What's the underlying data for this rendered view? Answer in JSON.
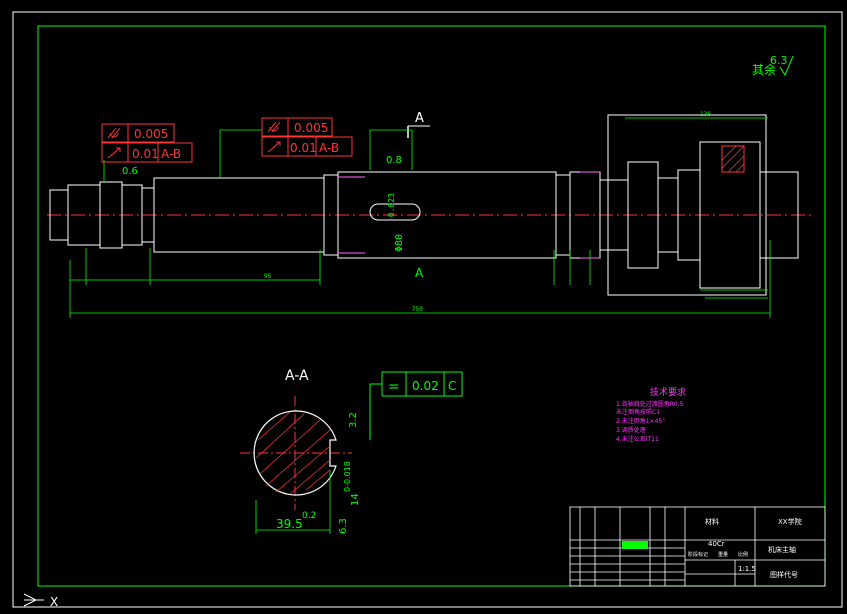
{
  "colors": {
    "background": "#000000",
    "frame": "#ffffff",
    "border": "#00ff00",
    "outline": "#ffffff",
    "centerline": "#ff3333",
    "dimension": "#00ff00",
    "tolerance": "#ff3333",
    "hidden": "#ff66ff",
    "notes": "#ff33ff",
    "cyan": "#00ffff",
    "yellow": "#ffff00"
  },
  "drawing": {
    "roughness_rest": "其余",
    "roughness_rest_value": "6.3",
    "section_mark": "A",
    "section_title": "A-A",
    "keyway_roughness": "3.2",
    "keyway_tol_symbol": "=",
    "keyway_tol_value": "0.02",
    "keyway_tol_datum": "C",
    "keyway_width": "39.5",
    "keyway_width_tol": "0.2",
    "keyway_depth": "14",
    "keyway_depth_tol": "0-0.018",
    "bottom_roughness": "6.3",
    "shaft_roughness": "0.8",
    "shaft_roughness_left": "0.6",
    "shaft_dim_main": "Φ80",
    "shaft_dim_main_tol": "-0.023",
    "shaft_overall_length": "750"
  },
  "tolerance_frames": [
    {
      "symbol": "cylindricity",
      "value": "0.005",
      "datum": ""
    },
    {
      "symbol": "runout",
      "value": "0.01",
      "datum": "A-B"
    }
  ],
  "tolerance_frames_right": [
    {
      "symbol": "cylindricity",
      "value": "0.005",
      "datum": ""
    },
    {
      "symbol": "runout",
      "value": "0.01",
      "datum": "A-B"
    }
  ],
  "technical_requirements": {
    "title": "技术要求",
    "items": [
      "1.各轴肩处过渡圆角R0.5",
      "  未注倒角按照C1",
      "2.未注倒角1×45°",
      "3.调质处理",
      "4.未注公差IT11"
    ]
  },
  "title_block": {
    "material_label": "材料",
    "material": "40Cr",
    "school": "XX学院",
    "part_name": "机床主轴",
    "drawing_no_label": "图样代号",
    "scale": "1:1.5",
    "stage_label": "阶段标记",
    "weight_label": "重量",
    "scale_label": "比例"
  },
  "axes_label": "X"
}
